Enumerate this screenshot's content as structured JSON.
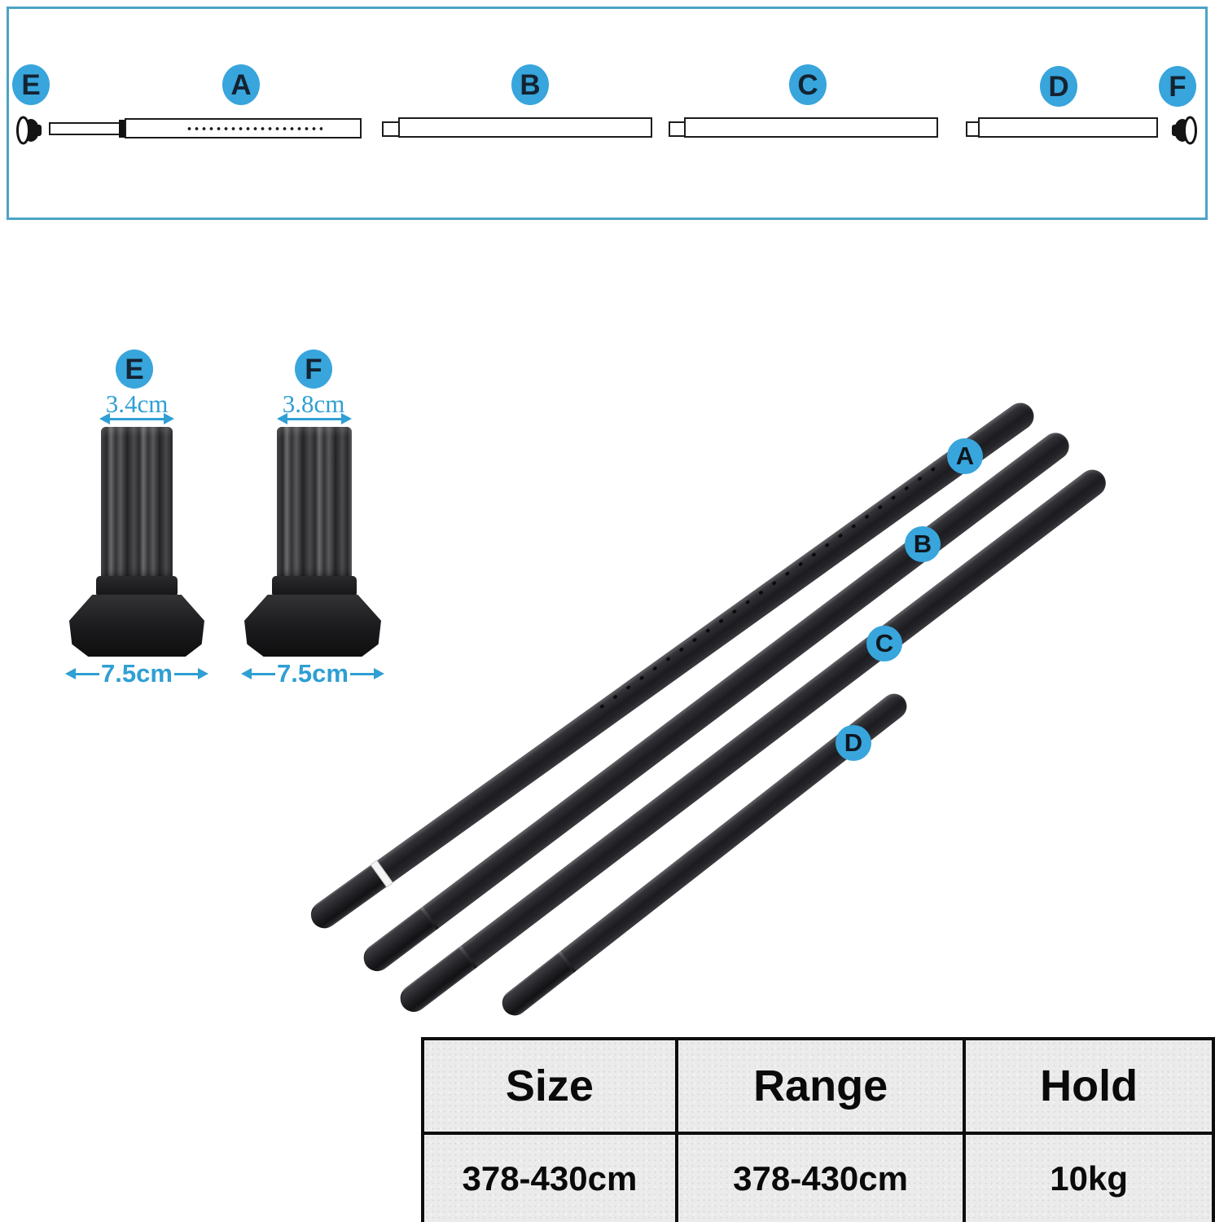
{
  "top_diagram": {
    "part_labels": [
      "E",
      "A",
      "B",
      "C",
      "D",
      "F"
    ]
  },
  "caps_detail": {
    "items": [
      {
        "label": "E",
        "top_width": "3.4cm",
        "base_width": "7.5cm"
      },
      {
        "label": "F",
        "top_width": "3.8cm",
        "base_width": "7.5cm"
      }
    ]
  },
  "poles": {
    "labels": [
      "A",
      "B",
      "C",
      "D"
    ]
  },
  "spec_table": {
    "columns": [
      "Size",
      "Range",
      "Hold"
    ],
    "rows": [
      [
        "378-430cm",
        "378-430cm",
        "10kg"
      ]
    ]
  },
  "colors": {
    "accent_blue": "#38a5dc",
    "dimension_blue": "#2f9fd4",
    "box_border_teal": "#4ba4c6",
    "pole_black": "#1c1c20"
  }
}
